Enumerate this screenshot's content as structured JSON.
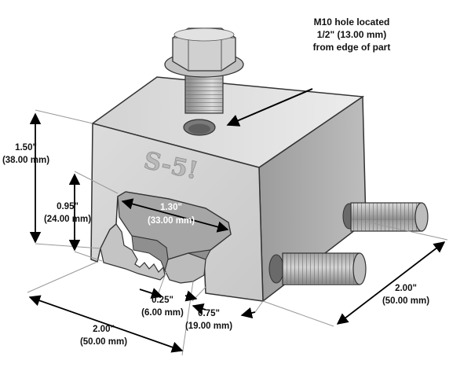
{
  "logo": {
    "text": "S-5!"
  },
  "callout": {
    "line1": "M10 hole located",
    "line2": "1/2\" (13.00 mm)",
    "line3": "from edge of part"
  },
  "dimensions": {
    "height_total": {
      "imperial": "1.50\"",
      "metric": "(38.00 mm)"
    },
    "height_slot": {
      "imperial": "0.95\"",
      "metric": "(24.00 mm)"
    },
    "slot_width": {
      "imperial": "1.30\"",
      "metric": "(33.00 mm)"
    },
    "lip_width": {
      "imperial": "0.25\"",
      "metric": "(6.00 mm)"
    },
    "opening_width": {
      "imperial": "0.75\"",
      "metric": "(19.00 mm)"
    },
    "front_width": {
      "imperial": "2.00\"",
      "metric": "(50.00 mm)"
    },
    "depth": {
      "imperial": "2.00\"",
      "metric": "(50.00 mm)"
    }
  },
  "colors": {
    "metal_front": "#d6d6d6",
    "metal_top": "#e8e8e8",
    "metal_side": "#a9a9a9",
    "outline": "#333333"
  }
}
